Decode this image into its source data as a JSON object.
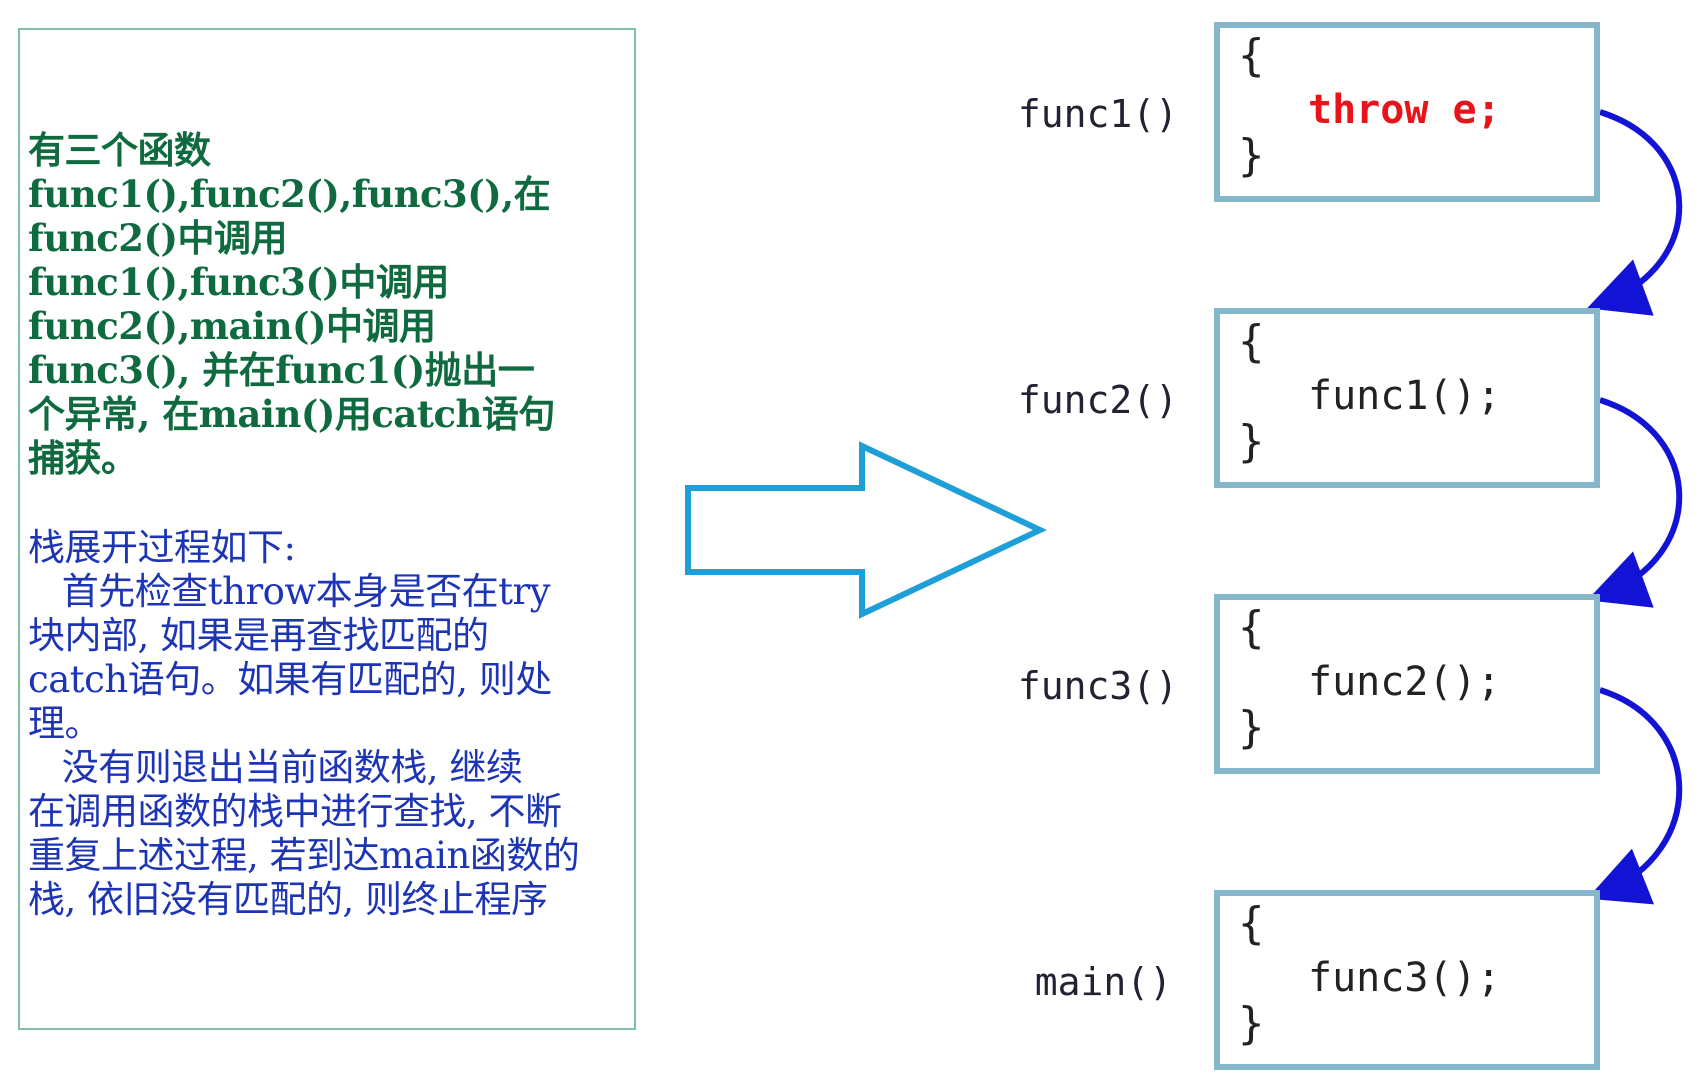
{
  "description": {
    "intro_lines": [
      "有三个函数",
      "func1(),func2(),func3(),在",
      "func2()中调用",
      "func1(),func3()中调用",
      "func2(),main()中调用",
      "func3(), 并在func1()抛出一",
      "个异常, 在main()用catch语句",
      "捕获。"
    ],
    "process_lines": [
      "栈展开过程如下:",
      "   首先检查throw本身是否在try",
      "块内部, 如果是再查找匹配的",
      "catch语句。如果有匹配的, 则处",
      "理。",
      "   没有则退出当前函数栈, 继续",
      "在调用函数的栈中进行查找, 不断",
      "重复上述过程, 若到达main函数的",
      "栈, 依旧没有匹配的, 则终止程序"
    ]
  },
  "stack": [
    {
      "label": "func1()",
      "open": "{",
      "body": "throw e;",
      "close": "}"
    },
    {
      "label": "func2()",
      "open": "{",
      "body": "func1();",
      "close": "}"
    },
    {
      "label": "func3()",
      "open": "{",
      "body": "func2();",
      "close": "}"
    },
    {
      "label": "main()",
      "open": "{",
      "body": "func3();",
      "close": "}"
    }
  ],
  "colors": {
    "intro_text": "#0f6b3f",
    "process_text": "#1d35b5",
    "throw_text": "#e8141a",
    "big_arrow": "#1e9fd8",
    "unwind_arrows": "#1313d6",
    "frame_border": "#86b6ca"
  }
}
